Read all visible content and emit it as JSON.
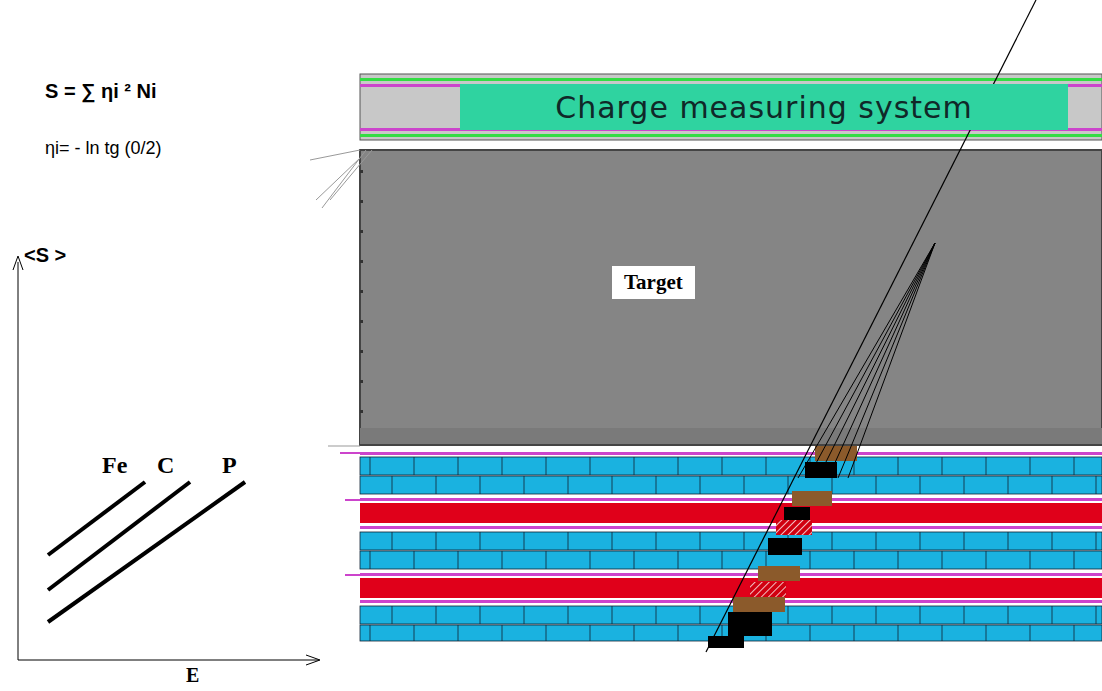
{
  "diagram": {
    "nodes": [
      {
        "text": [
          "Charge measuring system"
        ]
      },
      {
        "text": [
          "Target"
        ]
      }
    ],
    "labels": [
      "S =  ∑ ηi ² Ni",
      "ηi= - ln tg (0/2)",
      "<S >",
      "Fe",
      "C",
      "P",
      "E"
    ]
  }
}
